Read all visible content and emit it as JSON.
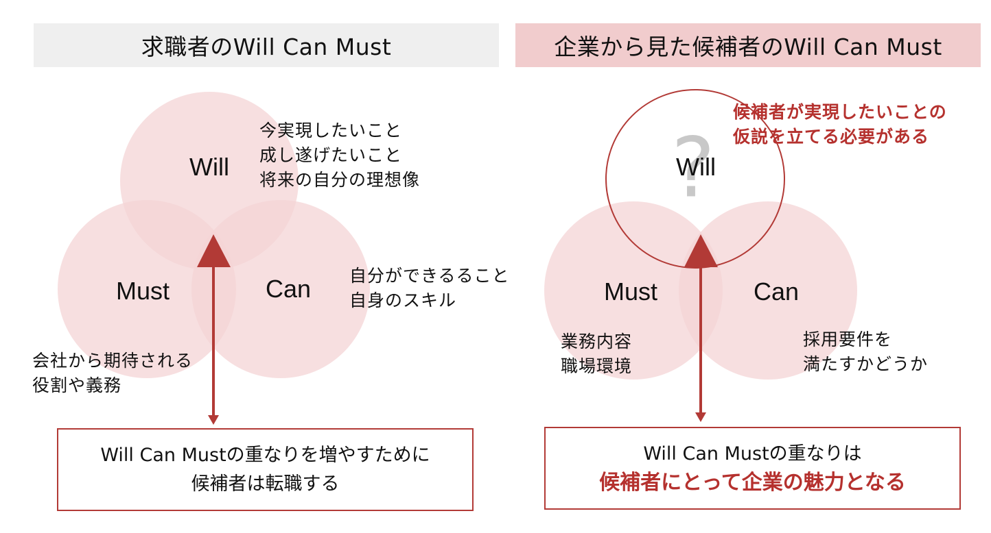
{
  "left": {
    "header": "求職者のWill Can Must",
    "circles": {
      "will": "Will",
      "must": "Must",
      "can": "Can"
    },
    "will_notes": [
      "今実現したいこと",
      "成し遂げたいこと",
      "将来の自分の理想像"
    ],
    "can_notes": [
      "自分ができるること",
      "自身のスキル"
    ],
    "must_notes": [
      "会社から期待される",
      "役割や義務"
    ],
    "result_lines": [
      "Will Can Mustの重なりを増やすために",
      "候補者は転職する"
    ]
  },
  "right": {
    "header": "企業から見た候補者のWill Can Must",
    "circles": {
      "will": "Will",
      "must": "Must",
      "can": "Can"
    },
    "question_mark": "?",
    "will_notes": [
      "候補者が実現したいことの",
      "仮説を立てる必要がある"
    ],
    "must_notes": [
      "業務内容",
      "職場環境"
    ],
    "can_notes": [
      "採用要件を",
      "満たすかどうか"
    ],
    "result_line1": "Will Can Mustの重なりは",
    "result_line2": "候補者にとって企業の魅力となる"
  },
  "colors": {
    "circle_fill": "#f4d4d5",
    "arrow": "#b23a36",
    "emphasis_text": "#b5312e",
    "left_header_bg": "#efefef",
    "right_header_bg": "#f1cccd"
  }
}
